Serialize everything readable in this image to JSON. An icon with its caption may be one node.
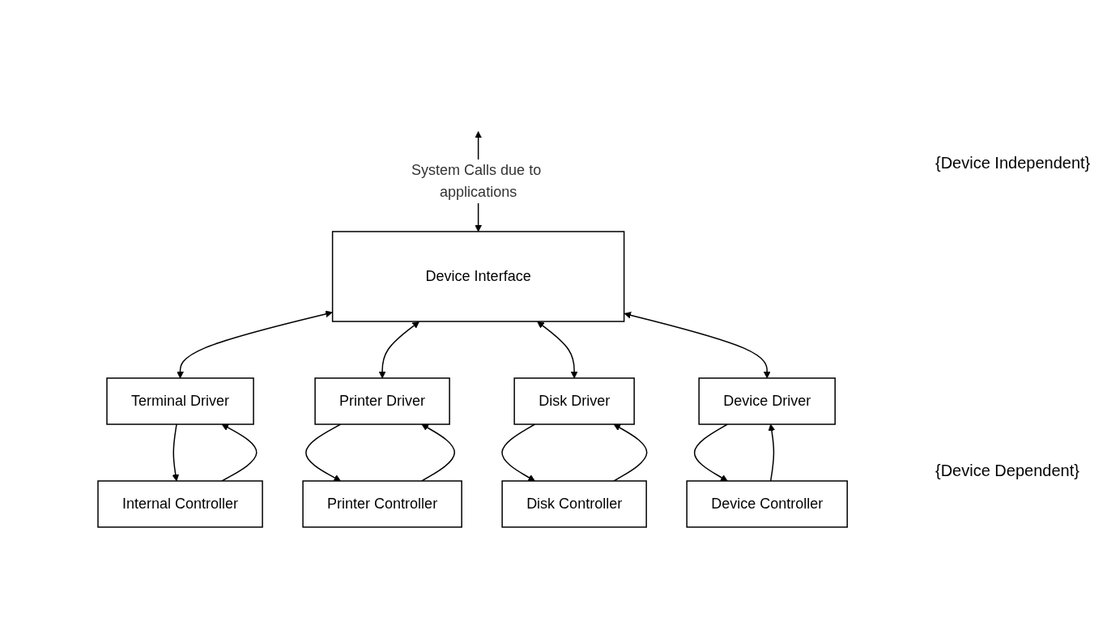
{
  "diagram": {
    "nodes": [
      {
        "text": [
          "Device Interface"
        ]
      },
      {
        "text": [
          "Terminal Driver"
        ]
      },
      {
        "text": [
          "Printer Driver"
        ]
      },
      {
        "text": [
          "Disk Driver"
        ]
      },
      {
        "text": [
          "Device Driver"
        ]
      },
      {
        "text": [
          "Internal Controller"
        ]
      },
      {
        "text": [
          "Printer Controller"
        ]
      },
      {
        "text": [
          "Disk Controller"
        ]
      },
      {
        "text": [
          "Device Controller"
        ]
      }
    ],
    "edges": [
      {
        "from": null,
        "to": 0,
        "arrow": "both",
        "label": "System Calls due to applications"
      },
      {
        "from": 0,
        "to": 1,
        "arrow": "both"
      },
      {
        "from": 0,
        "to": 2,
        "arrow": "both"
      },
      {
        "from": 0,
        "to": 3,
        "arrow": "both"
      },
      {
        "from": 0,
        "to": 4,
        "arrow": "both"
      },
      {
        "from": 5,
        "to": 1,
        "arrow": "to"
      },
      {
        "from": 1,
        "to": 5,
        "arrow": "to"
      },
      {
        "from": 6,
        "to": 2,
        "arrow": "to"
      },
      {
        "from": 2,
        "to": 6,
        "arrow": "to"
      },
      {
        "from": 7,
        "to": 3,
        "arrow": "to"
      },
      {
        "from": 3,
        "to": 7,
        "arrow": "to"
      },
      {
        "from": 8,
        "to": 4,
        "arrow": "to"
      },
      {
        "from": 4,
        "to": 8,
        "arrow": "to"
      }
    ],
    "labels": [
      "{Device Independent}",
      "{Device Dependent}"
    ]
  }
}
